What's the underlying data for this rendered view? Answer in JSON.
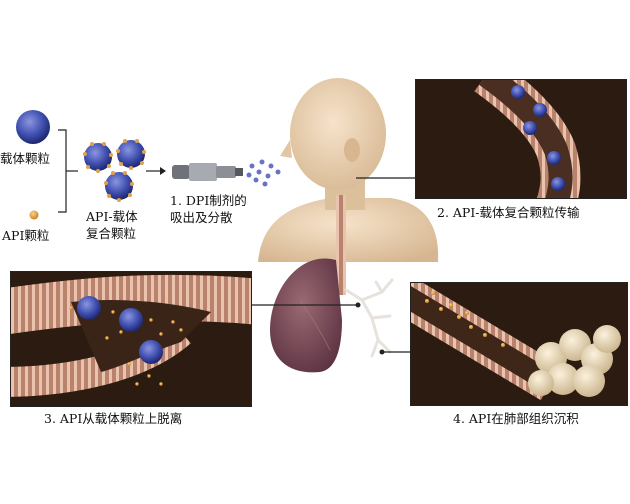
{
  "labels": {
    "carrier": "载体颗粒",
    "api": "API颗粒",
    "composite_line1": "API-载体",
    "composite_line2": "复合颗粒",
    "step1_line1": "1. DPI制剂的",
    "step1_line2": "吸出及分散",
    "step2": "2. API-载体复合颗粒传输",
    "step3": "3. API从载体颗粒上脱离",
    "step4": "4. API在肺部组织沉积"
  },
  "colors": {
    "carrier_particle": "#3a4aa8",
    "api_particle": "#e0a24a",
    "panel_bg": "#2b1b10",
    "airway_tissue": "#c98f7a",
    "skin": "#e8cfb0",
    "lung": "#7a4a55"
  }
}
